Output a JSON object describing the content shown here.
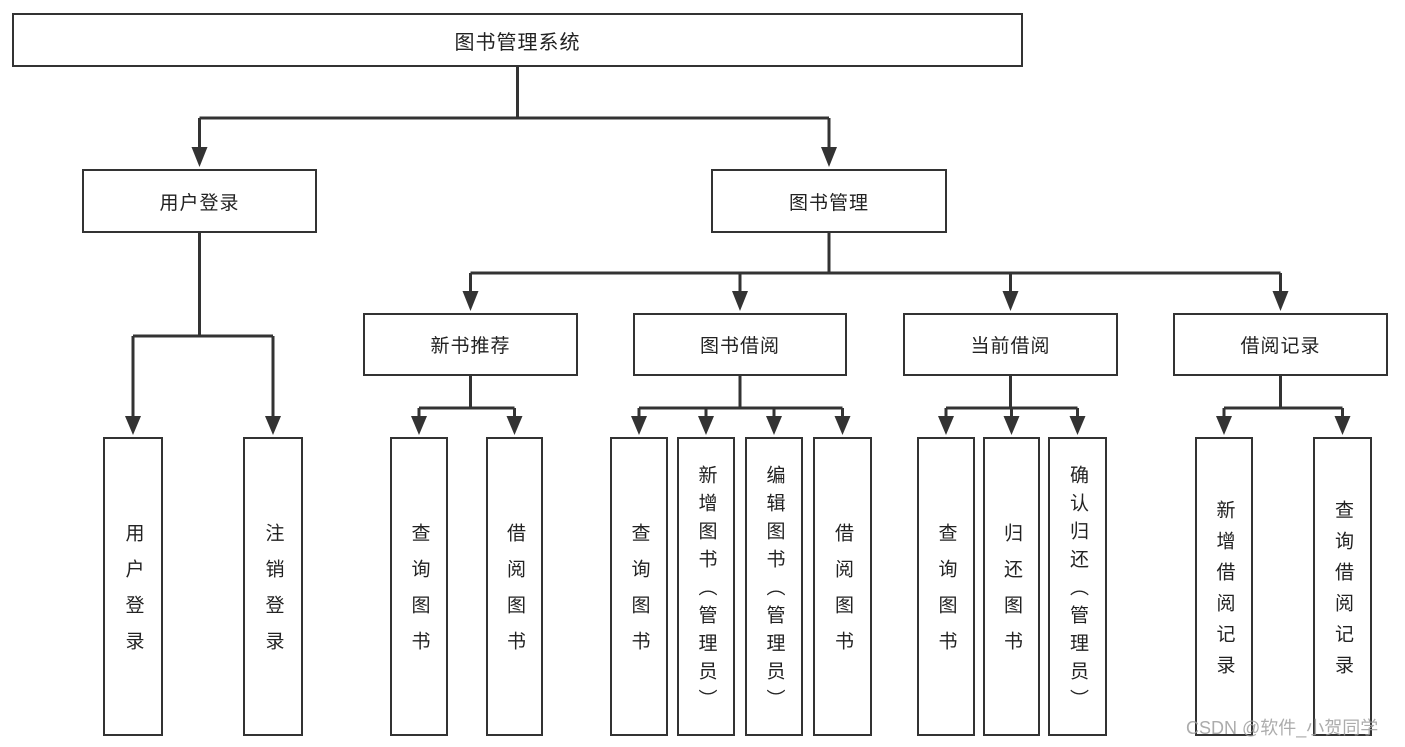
{
  "root": {
    "label": "图书管理系统"
  },
  "level2": [
    {
      "id": "user-login",
      "label": "用户登录"
    },
    {
      "id": "book-management",
      "label": "图书管理"
    }
  ],
  "level3": [
    {
      "id": "new-book-recommend",
      "label": "新书推荐"
    },
    {
      "id": "book-borrow",
      "label": "图书借阅"
    },
    {
      "id": "current-borrow",
      "label": "当前借阅"
    },
    {
      "id": "borrow-records",
      "label": "借阅记录"
    }
  ],
  "leaves": [
    {
      "parent": "user-login",
      "label": "用户登录"
    },
    {
      "parent": "user-login",
      "label": "注销登录"
    },
    {
      "parent": "new-book-recommend",
      "label": "查询图书"
    },
    {
      "parent": "new-book-recommend",
      "label": "借阅图书"
    },
    {
      "parent": "book-borrow",
      "label": "查询图书"
    },
    {
      "parent": "book-borrow",
      "label": "新增图书（管理员）"
    },
    {
      "parent": "book-borrow",
      "label": "编辑图书（管理员）"
    },
    {
      "parent": "book-borrow",
      "label": "借阅图书"
    },
    {
      "parent": "current-borrow",
      "label": "查询图书"
    },
    {
      "parent": "current-borrow",
      "label": "归还图书"
    },
    {
      "parent": "current-borrow",
      "label": "确认归还（管理员）"
    },
    {
      "parent": "borrow-records",
      "label": "新增借阅记录"
    },
    {
      "parent": "borrow-records",
      "label": "查询借阅记录"
    }
  ],
  "watermark": "CSDN @软件_小贺同学",
  "colors": {
    "line": "#333333",
    "box_border": "#333333",
    "background": "#ffffff",
    "watermark": "#9e9e9e"
  }
}
